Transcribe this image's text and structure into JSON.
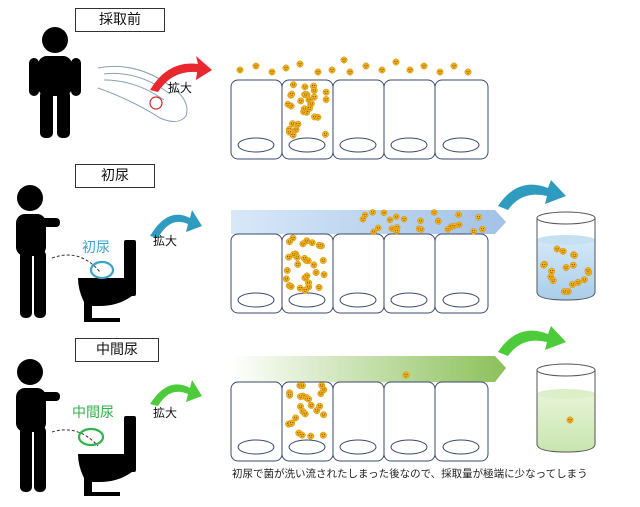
{
  "rows": [
    {
      "title": "採取前",
      "magnify": "拡大"
    },
    {
      "title": "初尿",
      "magnify": "拡大",
      "stream_label": "初尿",
      "stream_color": "#3ba3c7"
    },
    {
      "title": "中間尿",
      "magnify": "拡大",
      "stream_label": "中間尿",
      "stream_color": "#2fb34a"
    }
  ],
  "caption": "初尿で菌が洗い流されたしまった後なので、採取量が極端に少なってしまう",
  "colors": {
    "arrow_red": "#e8282e",
    "arrow_blue": "#2e9bbf",
    "arrow_green": "#4ccc3a",
    "flow_blue": "#a8c8ea",
    "flow_green": "#8cc05a",
    "bacteria": "#f5b31d",
    "cup_fill_blue": "#b9d7ee",
    "cup_fill_green": "#d5ecc0"
  },
  "icons": [
    "person-icon",
    "urinal-icon",
    "magnify-circle-icon",
    "cup-icon",
    "bacteria-icon"
  ]
}
